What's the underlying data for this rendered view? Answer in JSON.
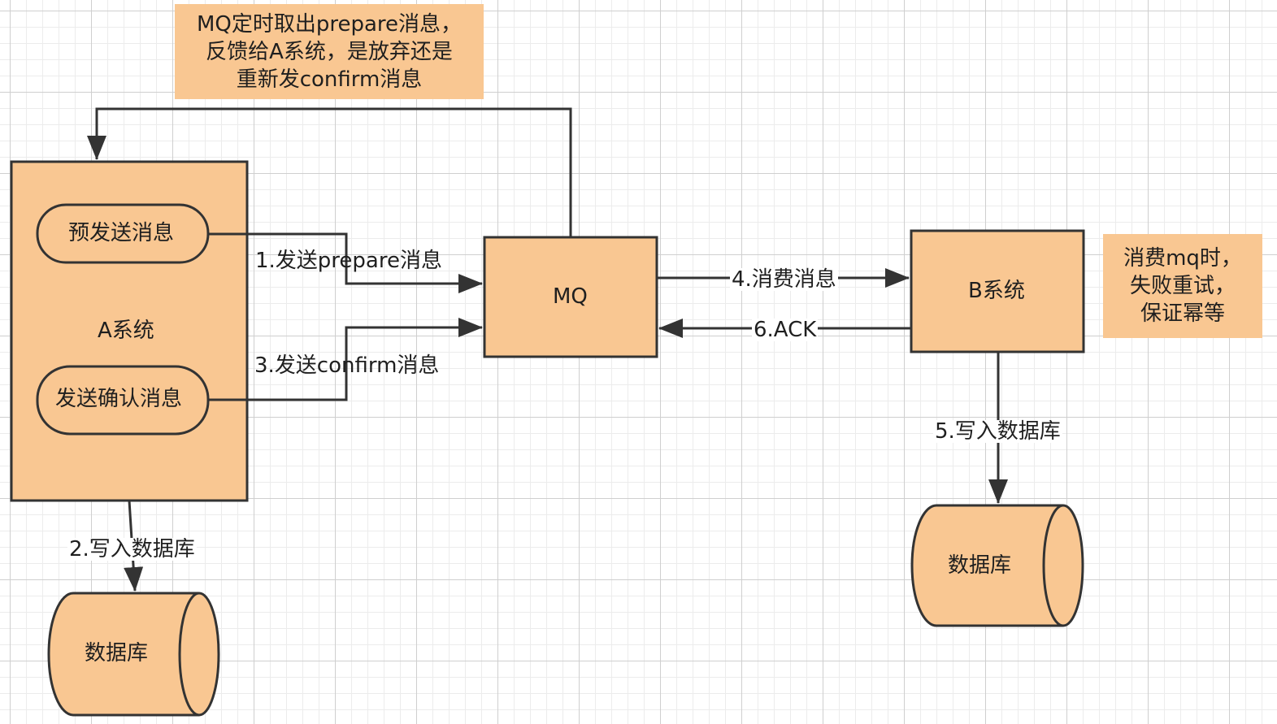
{
  "colors": {
    "node_fill": "#f9c792",
    "node_stroke": "#333333",
    "note_fill": "#f9c792",
    "line": "#333333"
  },
  "notes": {
    "top": [
      "MQ定时取出prepare消息，",
      "反馈给A系统，是放弃还是",
      "重新发confirm消息"
    ],
    "right": [
      "消费mq时，",
      "失败重试，",
      "保证幂等"
    ]
  },
  "nodes": {
    "system_a": "A系统",
    "prepare_msg": "预发送消息",
    "confirm_msg": "发送确认消息",
    "mq": "MQ",
    "system_b": "B系统",
    "db_a": "数据库",
    "db_b": "数据库"
  },
  "edges": {
    "e1": "1.发送prepare消息",
    "e2": "2.写入数据库",
    "e3": "3.发送confirm消息",
    "e4": "4.消费消息",
    "e5": "5.写入数据库",
    "e6": "6.ACK"
  }
}
